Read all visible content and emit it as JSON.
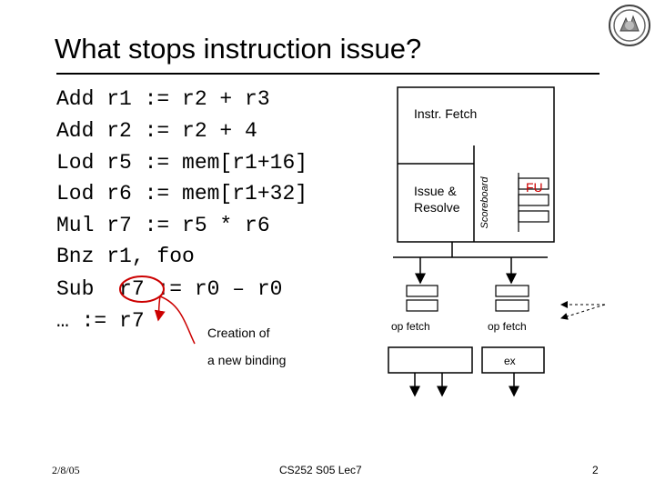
{
  "slide": {
    "title": "What stops instruction issue?",
    "code_lines": [
      "Add r1 := r2 + r3",
      "Add r2 := r2 + 4",
      "Lod r5 := mem[r1+16]",
      "Lod r6 := mem[r1+32]",
      "Mul r7 := r5 * r6",
      "Bnz r1, foo",
      "Sub  r7 := r0 – r0",
      "… := r7"
    ],
    "annotation_line1": "Creation of",
    "annotation_line2": "a new binding",
    "footer_date": "2/8/05",
    "footer_course": "CS252 S05 Lec7",
    "footer_page": "2"
  },
  "diagram": {
    "instr_fetch": "Instr. Fetch",
    "issue_resolve_1": "Issue &",
    "issue_resolve_2": "Resolve",
    "scoreboard": "Scoreboard",
    "fu": "FU",
    "op_fetch_left": "op fetch",
    "op_fetch_right": "op fetch",
    "ex": "ex"
  },
  "colors": {
    "text": "#000000",
    "annotation_arrow": "#cc0000",
    "highlight_circle": "#cc0000",
    "fu_text": "#cc0000"
  }
}
